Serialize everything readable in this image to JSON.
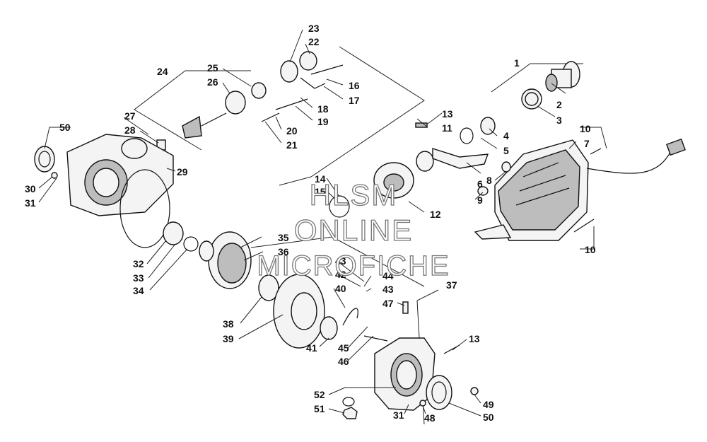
{
  "watermark": {
    "line1": "HLSM",
    "line2": "ONLINE",
    "line3": "MICROFICHE"
  },
  "callouts": {
    "c1": "1",
    "c2": "2",
    "c3": "3",
    "c4": "4",
    "c5": "5",
    "c6": "6",
    "c7": "7",
    "c8": "8",
    "c9": "9",
    "c10a": "10",
    "c10b": "10",
    "c11": "11",
    "c12": "12",
    "c13a": "13",
    "c13b": "13",
    "c14": "14",
    "c15": "15",
    "c16": "16",
    "c17": "17",
    "c18": "18",
    "c19": "19",
    "c20": "20",
    "c21": "21",
    "c22": "22",
    "c23": "23",
    "c24": "24",
    "c25": "25",
    "c26": "26",
    "c27": "27",
    "c28": "28",
    "c29": "29",
    "c30": "30",
    "c31a": "31",
    "c31b": "31",
    "c32": "32",
    "c33": "33",
    "c34": "34",
    "c35": "35",
    "c36": "36",
    "c37": "37",
    "c38": "38",
    "c39": "39",
    "c40": "40",
    "c41": "41",
    "c42": "42",
    "c43a": "43",
    "c43b": "43",
    "c44": "44",
    "c45": "45",
    "c46": "46",
    "c47": "47",
    "c48": "48",
    "c49": "49",
    "c50a": "50",
    "c50b": "50",
    "c51": "51",
    "c52": "52"
  }
}
